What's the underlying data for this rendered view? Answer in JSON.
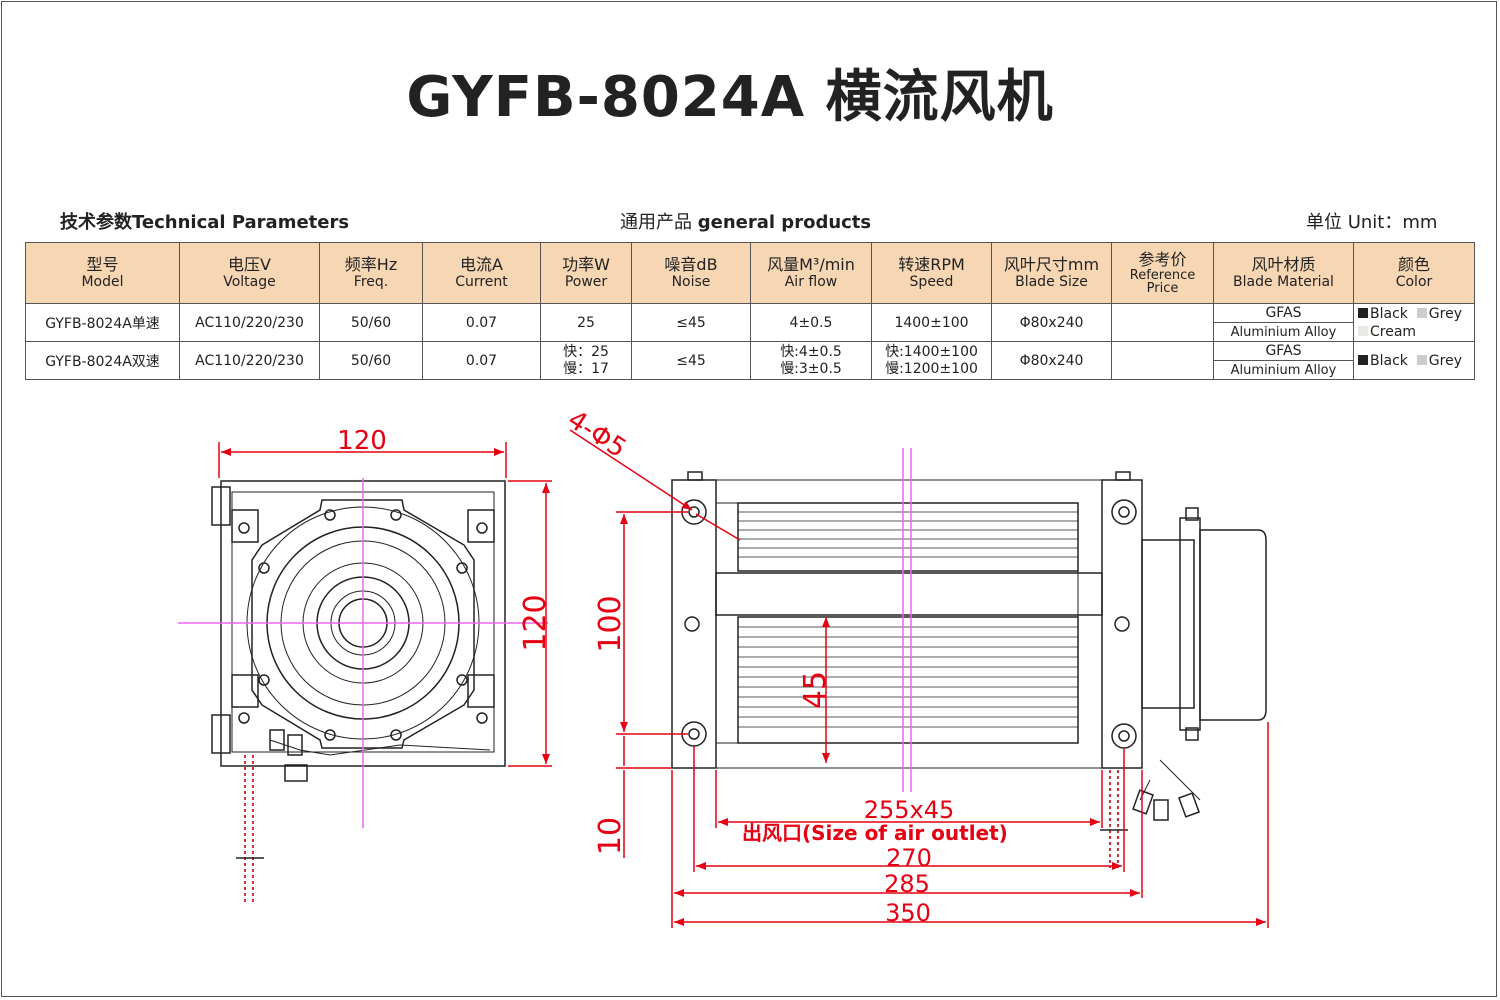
{
  "title": "GYFB-8024A 横流风机",
  "sections": {
    "tech_params": "技术参数Technical Parameters",
    "general_zh": "通用产品",
    "general_en": "general products",
    "unit": "单位 Unit：mm"
  },
  "table": {
    "headers": [
      {
        "zh": "型号",
        "en": "Model"
      },
      {
        "zh": "电压V",
        "en": "Voltage"
      },
      {
        "zh": "频率Hz",
        "en": "Freq."
      },
      {
        "zh": "电流A",
        "en": "Current"
      },
      {
        "zh": "功率W",
        "en": "Power"
      },
      {
        "zh": "噪音dB",
        "en": "Noise"
      },
      {
        "zh": "风量M³/min",
        "en": "Air flow"
      },
      {
        "zh": "转速RPM",
        "en": "Speed"
      },
      {
        "zh": "风叶尺寸mm",
        "en": "Blade Size"
      },
      {
        "zh": "参考价",
        "en": "Reference Price"
      },
      {
        "zh": "风叶材质",
        "en": "Blade Material"
      },
      {
        "zh": "颜色",
        "en": "Color"
      }
    ],
    "rows": [
      {
        "model": "GYFB-8024A单速",
        "voltage": "AC110/220/230",
        "freq": "50/60",
        "current": "0.07",
        "power": [
          "25"
        ],
        "noise": "≤45",
        "airflow": [
          "4±0.5"
        ],
        "speed": [
          "1400±100"
        ],
        "blade_size": "Φ80x240",
        "price": "",
        "material": [
          "GFAS",
          "Aluminium Alloy"
        ],
        "colors": [
          "Black",
          "Grey",
          "Cream"
        ]
      },
      {
        "model": "GYFB-8024A双速",
        "voltage": "AC110/220/230",
        "freq": "50/60",
        "current": "0.07",
        "power": [
          "快：25",
          "慢：17"
        ],
        "noise": "≤45",
        "airflow": [
          "快:4±0.5",
          "慢:3±0.5"
        ],
        "speed": [
          "快:1400±100",
          "慢:1200±100"
        ],
        "blade_size": "Φ80x240",
        "price": "",
        "material": [
          "GFAS",
          "Aluminium Alloy"
        ],
        "colors": [
          "Black",
          "Grey"
        ]
      }
    ],
    "swatches": {
      "Black": "#222222",
      "Grey": "#cccccc",
      "Cream": "#e8e8e4"
    }
  },
  "drawing": {
    "dim_width": "120",
    "dim_height": "120",
    "dim_holes": "4-Φ5",
    "dim_100": "100",
    "dim_45": "45",
    "dim_10": "10",
    "dim_outlet": "255x45",
    "outlet_label": "出风口(Size of  air outlet)",
    "dim_270": "270",
    "dim_285": "285",
    "dim_350": "350"
  },
  "colors": {
    "header_bg": "#f7d6b4",
    "dimension_red": "#e60012",
    "centerline_pink": "#ee66ee"
  }
}
